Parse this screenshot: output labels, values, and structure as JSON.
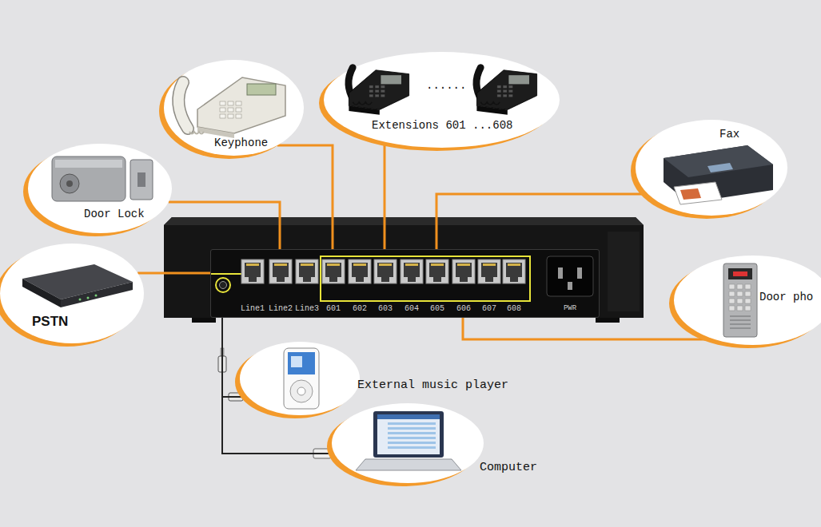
{
  "diagram": {
    "nodes": [
      {
        "text": [
          "Keyphone"
        ]
      },
      {
        "text": [
          "......",
          "Extensions 601 ...608"
        ]
      },
      {
        "text": [
          "Door Lock"
        ]
      },
      {
        "text": [
          "Fax"
        ]
      },
      {
        "text": [
          "PSTN"
        ]
      },
      {
        "text": [
          "Line1",
          "Line2",
          "Line3",
          "601",
          "602",
          "603",
          "604",
          "605",
          "606",
          "607",
          "608",
          "PWR"
        ]
      },
      {
        "text": [
          "Door pho"
        ]
      },
      {
        "text": [
          "External music player"
        ]
      },
      {
        "text": [
          "Computer"
        ]
      }
    ],
    "edges": [
      {
        "from": 2,
        "to": 5,
        "arrow": "none"
      },
      {
        "from": 0,
        "to": 5,
        "arrow": "none"
      },
      {
        "from": 1,
        "to": 5,
        "arrow": "none"
      },
      {
        "from": 3,
        "to": 5,
        "arrow": "none"
      },
      {
        "from": 4,
        "to": 5,
        "arrow": "none"
      },
      {
        "from": 6,
        "to": 5,
        "arrow": "none"
      },
      {
        "from": 7,
        "to": 5,
        "arrow": "none"
      },
      {
        "from": 8,
        "to": 5,
        "arrow": "none"
      }
    ]
  }
}
